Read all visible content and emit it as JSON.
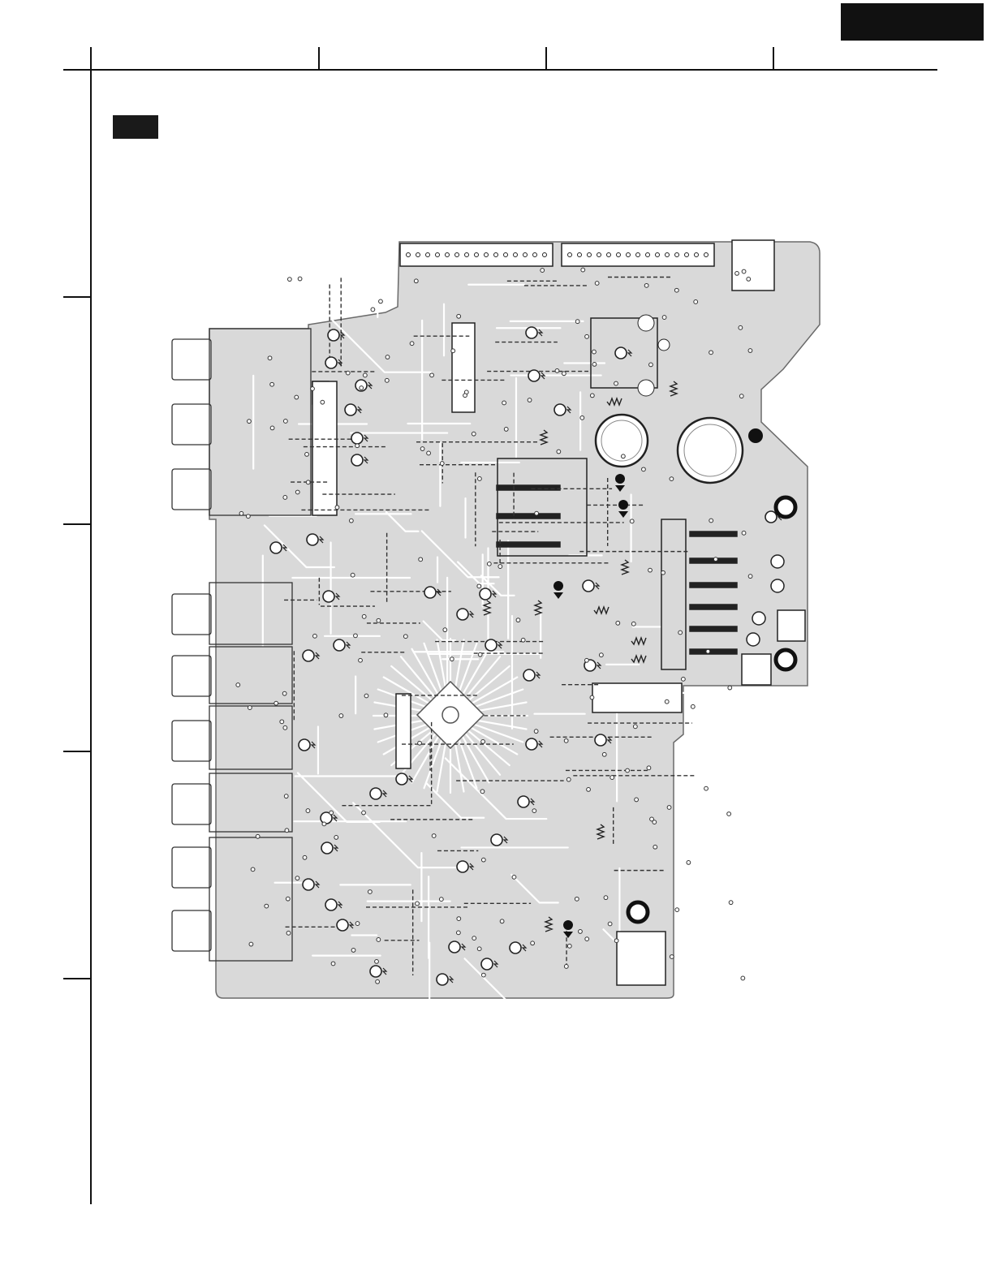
{
  "colors": {
    "page": "#ffffff",
    "frame": "#111111",
    "board_fill": "#d9d9d9",
    "board_outline": "#6a6a6a",
    "trace": "#ffffff",
    "component": "#222222",
    "jumper": "#333333"
  },
  "icons": {
    "page_header_block": "solid-black-rectangle",
    "section_tag": "solid-black-rectangle",
    "pcb": "circuit-board-layout",
    "transistor": "circle-transistor-icon",
    "capacitor": "electrolytic-capacitor-icon",
    "resistor": "zigzag-resistor-icon",
    "diode": "diode-icon",
    "connector": "pin-header-icon",
    "mounting_hole": "ring-hole-icon"
  },
  "diagram": {
    "type": "pcb-component-side-layout",
    "grid_columns": 4,
    "grid_rows": 4
  }
}
